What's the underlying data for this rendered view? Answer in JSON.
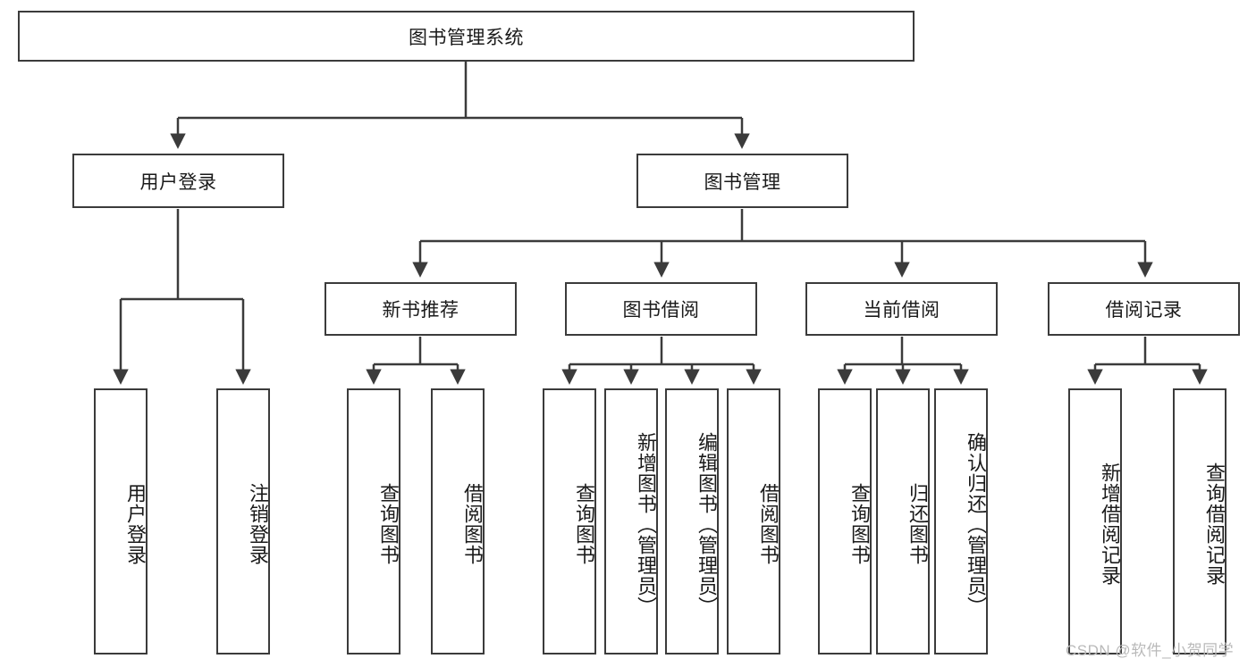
{
  "diagram": {
    "title": "图书管理系统",
    "type": "hierarchy-tree",
    "stroke_color": "#3b3b3b",
    "background_color": "#ffffff",
    "text_color": "#1a1a1a",
    "root": {
      "label": "图书管理系统"
    },
    "level1": [
      {
        "label": "用户登录"
      },
      {
        "label": "图书管理"
      }
    ],
    "level2": [
      {
        "label": "新书推荐"
      },
      {
        "label": "图书借阅"
      },
      {
        "label": "当前借阅"
      },
      {
        "label": "借阅记录"
      }
    ],
    "leaves": {
      "user_login": [
        {
          "label": "用户登录"
        },
        {
          "label": "注销登录"
        }
      ],
      "new_book_recommend": [
        {
          "label": "查询图书"
        },
        {
          "label": "借阅图书"
        }
      ],
      "book_borrow": [
        {
          "label": "查询图书"
        },
        {
          "label": "新增图书（管理员）"
        },
        {
          "label": "编辑图书（管理员）"
        },
        {
          "label": "借阅图书"
        }
      ],
      "current_borrow": [
        {
          "label": "查询图书"
        },
        {
          "label": "归还图书"
        },
        {
          "label": "确认归还（管理员）"
        }
      ],
      "borrow_record": [
        {
          "label": "新增借阅记录"
        },
        {
          "label": "查询借阅记录"
        }
      ]
    }
  },
  "watermark": {
    "text": "CSDN @软件_小贺同学"
  }
}
